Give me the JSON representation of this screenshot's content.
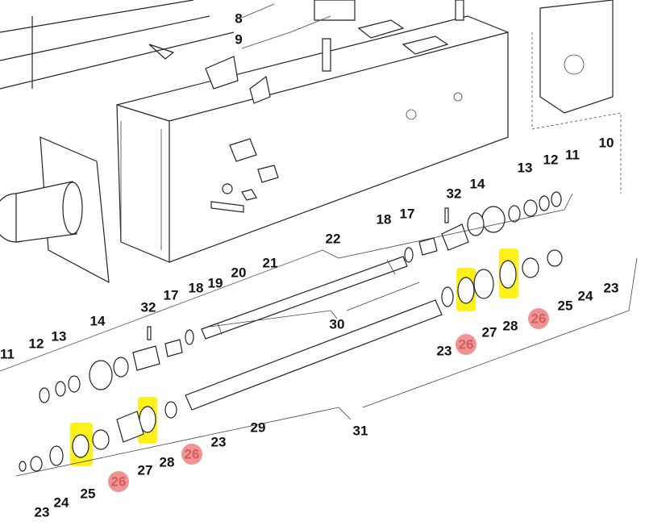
{
  "diagram": {
    "title": "Shaft assembly exploded view",
    "highlight_color": "#ffee00",
    "callout_color": "#f08080",
    "labels_top": [
      "8",
      "9",
      "10",
      "11",
      "12",
      "13",
      "14",
      "32",
      "17",
      "18",
      "22",
      "20",
      "21",
      "19",
      "30"
    ],
    "labels_right": [
      "23",
      "24",
      "25",
      "26",
      "28",
      "27",
      "26",
      "23"
    ],
    "labels_left": [
      "11",
      "12",
      "13",
      "14",
      "32",
      "17",
      "18"
    ],
    "labels_bottom": [
      "29",
      "31",
      "23",
      "26",
      "28",
      "27",
      "26",
      "25",
      "24",
      "23"
    ]
  }
}
